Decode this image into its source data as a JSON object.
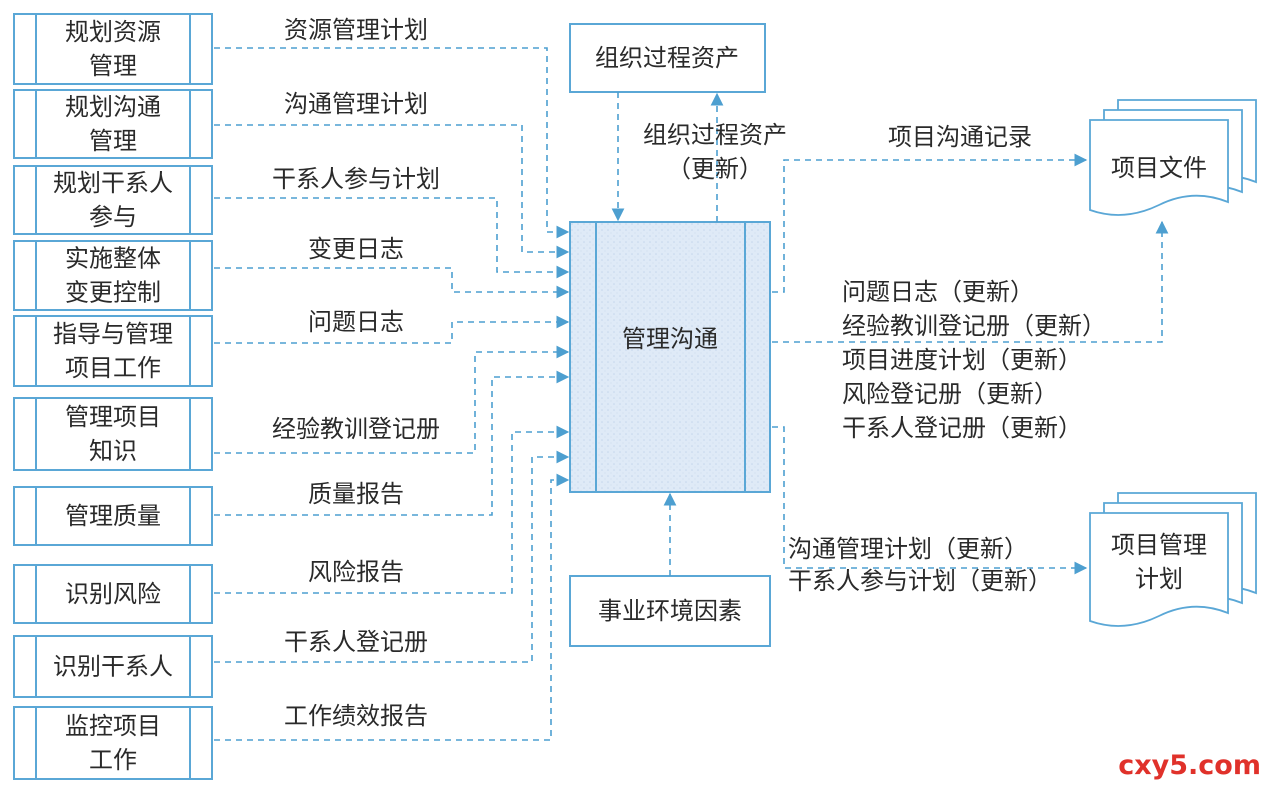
{
  "inputs": [
    {
      "lines": [
        "规划资源",
        "管理"
      ],
      "flow": "资源管理计划"
    },
    {
      "lines": [
        "规划沟通",
        "管理"
      ],
      "flow": "沟通管理计划"
    },
    {
      "lines": [
        "规划干系人",
        "参与"
      ],
      "flow": "干系人参与计划"
    },
    {
      "lines": [
        "实施整体",
        "变更控制"
      ],
      "flow": "变更日志"
    },
    {
      "lines": [
        "指导与管理",
        "项目工作"
      ],
      "flow": "问题日志"
    },
    {
      "lines": [
        "管理项目",
        "知识"
      ],
      "flow": "经验教训登记册"
    },
    {
      "lines": [
        "管理质量"
      ],
      "flow": "质量报告"
    },
    {
      "lines": [
        "识别风险"
      ],
      "flow": "风险报告"
    },
    {
      "lines": [
        "识别干系人"
      ],
      "flow": "干系人登记册"
    },
    {
      "lines": [
        "监控项目",
        "工作"
      ],
      "flow": "工作绩效报告"
    }
  ],
  "center": {
    "label": "管理沟通"
  },
  "opa": {
    "label": "组织过程资产",
    "update_lines": [
      "组织过程资产",
      "（更新）"
    ]
  },
  "eef": {
    "label": "事业环境因素"
  },
  "project_docs": {
    "label": "项目文件",
    "record_label": "项目沟通记录"
  },
  "doc_updates": [
    "问题日志（更新）",
    "经验教训登记册（更新）",
    "项目进度计划（更新）",
    "风险登记册（更新）",
    "干系人登记册（更新）"
  ],
  "project_plan": {
    "lines": [
      "项目管理",
      "计划"
    ]
  },
  "plan_updates": [
    "沟通管理计划（更新）",
    "干系人参与计划（更新）"
  ],
  "watermark": "cxy5.com",
  "colors": {
    "box_border": "#5aa7d6",
    "arrow": "#4d9fd0",
    "center_fill": "#dfeaf7",
    "text": "#2a2a2a",
    "watermark": "#e0312a"
  }
}
